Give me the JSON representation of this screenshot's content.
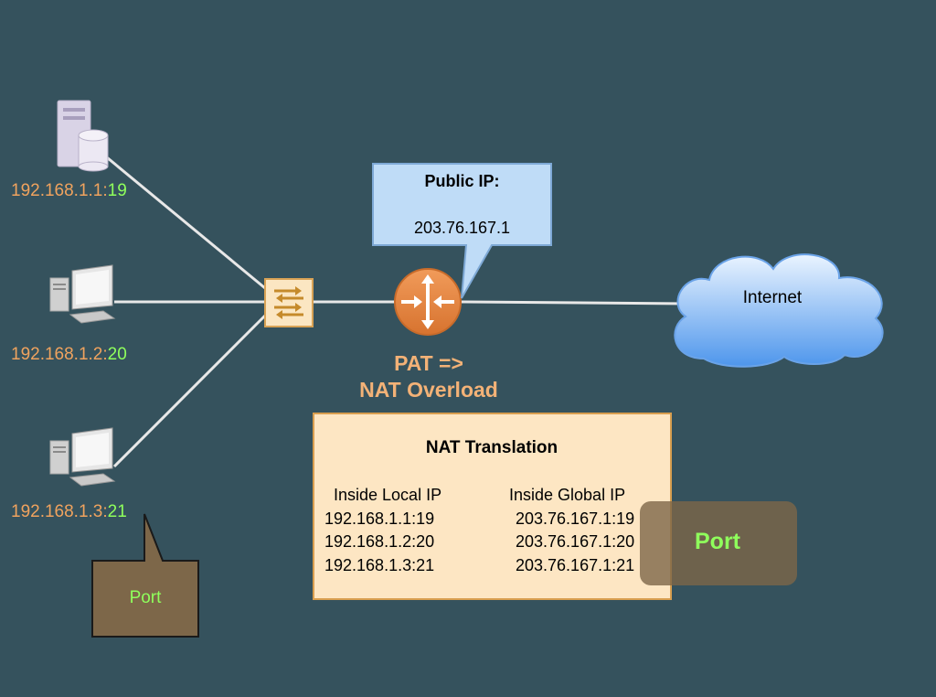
{
  "hosts": [
    {
      "ip": "192.168.1.1:",
      "port": "19",
      "icon": "server-database-icon"
    },
    {
      "ip": "192.168.1.2:",
      "port": "20",
      "icon": "desktop-computer-icon"
    },
    {
      "ip": "192.168.1.3:",
      "port": "21",
      "icon": "desktop-computer-icon"
    }
  ],
  "switch": {
    "icon": "switch-icon"
  },
  "router": {
    "icon": "router-icon",
    "caption_line1": "PAT =>",
    "caption_line2": "NAT Overload"
  },
  "public_ip": {
    "title": "Public IP:",
    "value": "203.76.167.1"
  },
  "internet": {
    "label": "Internet",
    "icon": "cloud-icon"
  },
  "nat_table": {
    "title": "NAT Translation",
    "headers": [
      "Inside Local IP",
      "Inside Global IP"
    ],
    "rows": [
      [
        "192.168.1.1:19",
        "203.76.167.1:19"
      ],
      [
        "192.168.1.2:20",
        "203.76.167.1:20"
      ],
      [
        "192.168.1.3:21",
        "203.76.167.1:21"
      ]
    ]
  },
  "port_callouts": {
    "small": "Port",
    "large": "Port"
  },
  "colors": {
    "background": "#35525d",
    "ip_text": "#f0a35e",
    "port_text": "#8fff5c",
    "table_fill": "#fde6c3",
    "callout_fill": "#7d6749",
    "public_ip_fill": "#bfdcf7",
    "router": "#e8894a"
  }
}
